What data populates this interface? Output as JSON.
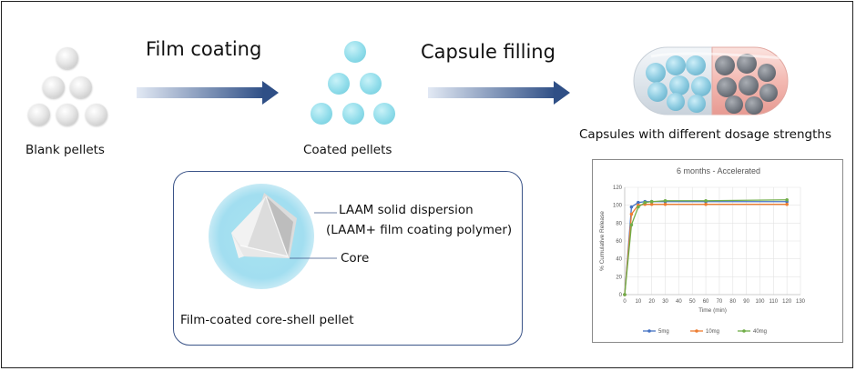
{
  "labels": {
    "film_coating": "Film coating",
    "capsule_filling": "Capsule filling",
    "blank_pellets": "Blank pellets",
    "coated_pellets": "Coated pellets",
    "capsules": "Capsules with different dosage strengths",
    "laam_line1": "LAAM solid dispersion",
    "laam_line2": "(LAAM+ film coating polymer)",
    "core": "Core",
    "pellet_caption": "Film-coated core-shell pellet"
  },
  "colors": {
    "pellet_coated": "#8fdcea",
    "pellet_blank": "#d9d9d9",
    "arrow_dark": "#2f4f86",
    "arrow_light": "#dfe7f3",
    "capsule_left": "#dfe7ee",
    "capsule_right": "#f3b9b2",
    "inset_border": "#3b5488"
  },
  "chart_data": {
    "type": "line",
    "title": "6 months -  Accelerated",
    "xlabel": "Time (min)",
    "ylabel": "% Cumulative Release",
    "xlim": [
      0,
      130
    ],
    "ylim": [
      0,
      120
    ],
    "xticks": [
      0,
      10,
      20,
      30,
      40,
      50,
      60,
      70,
      80,
      90,
      100,
      110,
      120,
      130
    ],
    "yticks": [
      0,
      20,
      40,
      60,
      80,
      100,
      120
    ],
    "grid": true,
    "legend_position": "bottom",
    "series": [
      {
        "name": "5mg",
        "color": "#4472c4",
        "x": [
          0,
          5,
          10,
          15,
          20,
          30,
          60,
          120
        ],
        "y": [
          0,
          98,
          103,
          104,
          104,
          104,
          104,
          104
        ]
      },
      {
        "name": "10mg",
        "color": "#ed7d31",
        "x": [
          0,
          5,
          10,
          15,
          20,
          30,
          60,
          120
        ],
        "y": [
          0,
          90,
          100,
          101,
          101,
          101,
          101,
          101
        ]
      },
      {
        "name": "40mg",
        "color": "#70ad47",
        "x": [
          0,
          5,
          10,
          15,
          20,
          30,
          60,
          120
        ],
        "y": [
          0,
          78,
          98,
          103,
          104,
          105,
          105,
          106
        ]
      }
    ]
  }
}
